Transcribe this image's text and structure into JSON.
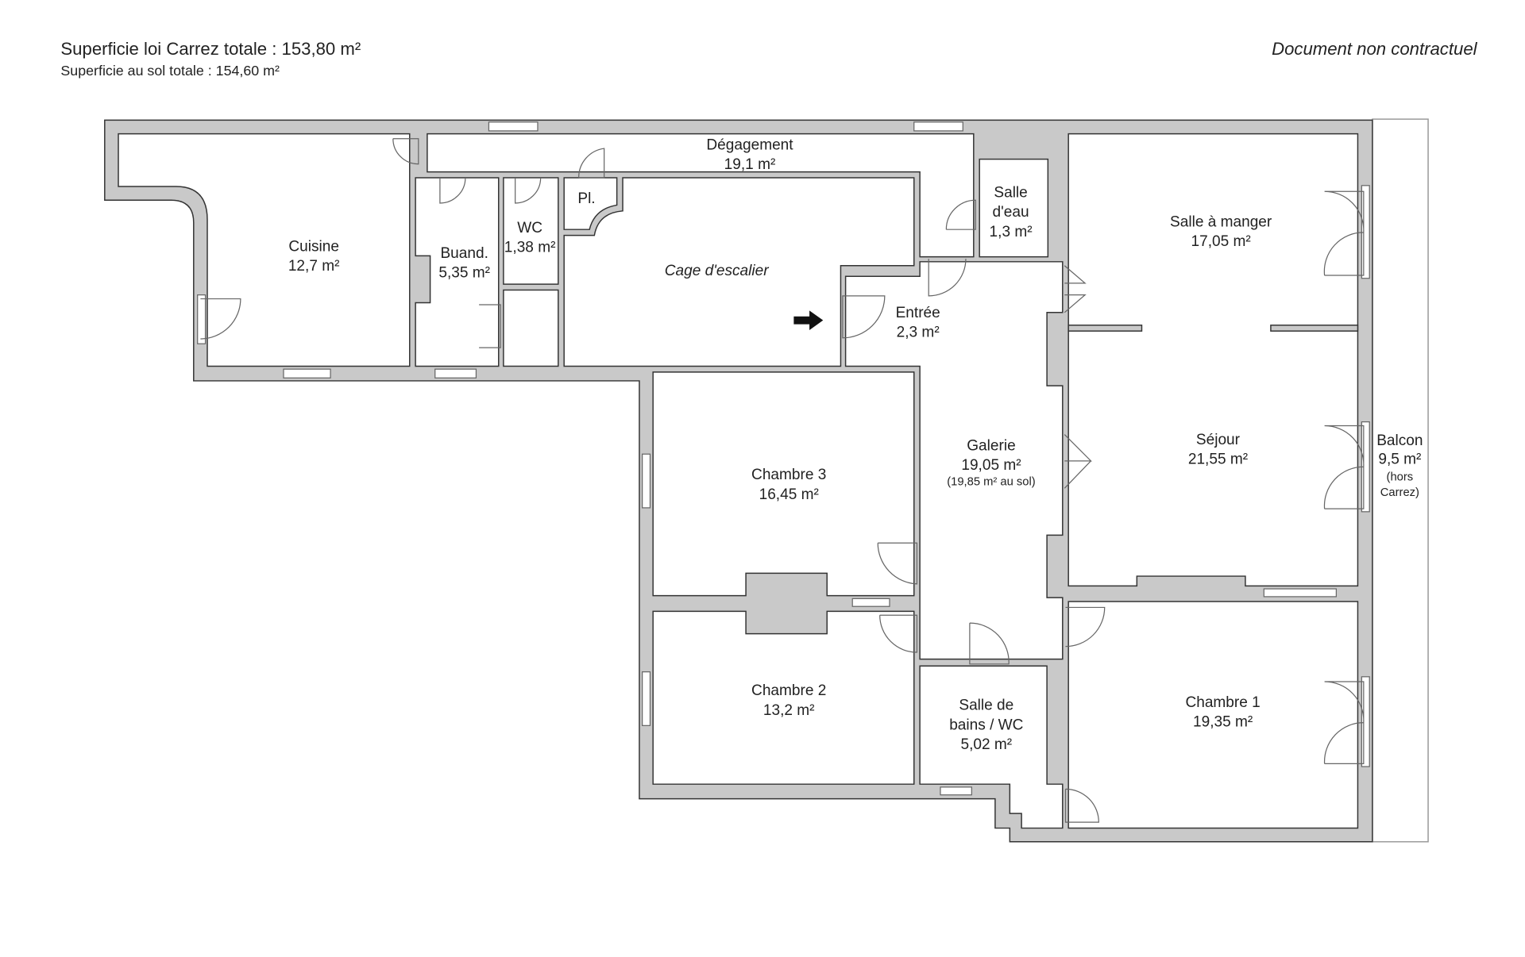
{
  "header": {
    "carrez_total": "Superficie loi Carrez totale :  153,80 m²",
    "sol_total": "Superficie au sol totale :  154,60 m²",
    "disclaimer": "Document non contractuel"
  },
  "rooms": {
    "cuisine": {
      "name": "Cuisine",
      "area": "12,7 m²"
    },
    "degagement": {
      "name": "Dégagement",
      "area": "19,1 m²"
    },
    "buanderie": {
      "name": "Buand.",
      "area": "5,35 m²"
    },
    "wc": {
      "name": "WC",
      "area": "1,38 m²"
    },
    "placard": {
      "name": "Pl."
    },
    "cage": {
      "name": "Cage d'escalier"
    },
    "salle_eau": {
      "name1": "Salle",
      "name2": "d'eau",
      "area": "1,3 m²"
    },
    "entree": {
      "name": "Entrée",
      "area": "2,3 m²"
    },
    "galerie": {
      "name": "Galerie",
      "area": "19,05 m²",
      "note": "(19,85 m² au sol)"
    },
    "salle_manger": {
      "name": "Salle à manger",
      "area": "17,05 m²"
    },
    "sejour": {
      "name": "Séjour",
      "area": "21,55 m²"
    },
    "balcon": {
      "name": "Balcon",
      "area": "9,5 m²",
      "note1": "(hors",
      "note2": "Carrez)"
    },
    "chambre3": {
      "name": "Chambre 3",
      "area": "16,45 m²"
    },
    "chambre2": {
      "name": "Chambre 2",
      "area": "13,2 m²"
    },
    "sdb": {
      "name1": "Salle de",
      "name2": "bains / WC",
      "area": "5,02 m²"
    },
    "chambre1": {
      "name": "Chambre 1",
      "area": "19,35 m²"
    }
  }
}
